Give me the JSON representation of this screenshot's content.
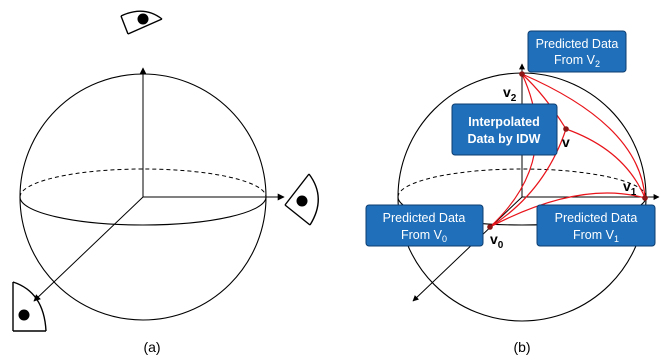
{
  "colors": {
    "box_fill": "#1f6fba",
    "box_stroke": "#0d3e70",
    "curve": "#e8141b",
    "point": "#8b1414",
    "line": "#000000"
  },
  "icons": [
    "eye-icon-top",
    "eye-icon-right",
    "eye-icon-bottom-left"
  ],
  "panel_a": {
    "caption": "(a)"
  },
  "panel_b": {
    "caption": "(b)",
    "points": {
      "v0": {
        "base": "v",
        "sub": "0"
      },
      "v1": {
        "base": "v",
        "sub": "1"
      },
      "v2": {
        "base": "v",
        "sub": "2"
      },
      "v": {
        "base": "v",
        "sub": ""
      }
    },
    "boxes": {
      "v2_box": {
        "line1": "Predicted Data",
        "line2_base": "From V",
        "line2_sub": "2"
      },
      "v0_box": {
        "line1": "Predicted Data",
        "line2_base": "From V",
        "line2_sub": "0"
      },
      "v1_box": {
        "line1": "Predicted Data",
        "line2_base": "From V",
        "line2_sub": "1"
      },
      "interp_box": {
        "line1": "Interpolated",
        "line2": "Data by IDW"
      }
    }
  }
}
